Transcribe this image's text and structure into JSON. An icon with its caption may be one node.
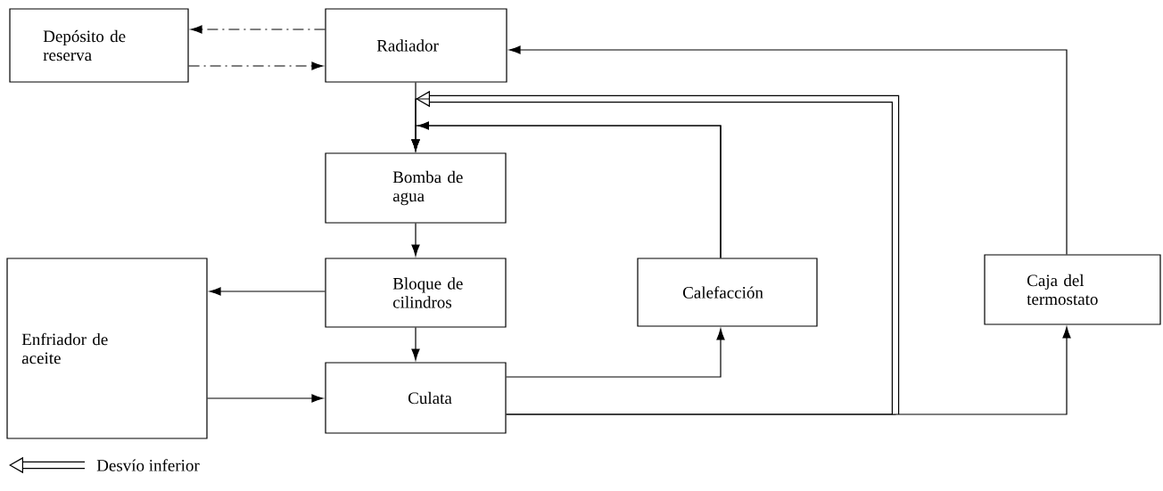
{
  "diagram": {
    "nodes": [
      {
        "text": [
          "Depósito de reserva"
        ]
      },
      {
        "text": [
          "Radiador"
        ]
      },
      {
        "text": [
          "Bomba de agua"
        ]
      },
      {
        "text": [
          "Bloque de cilindros"
        ]
      },
      {
        "text": [
          "Enfriador de aceite"
        ]
      },
      {
        "text": [
          "Culata"
        ]
      },
      {
        "text": [
          "Calefacción"
        ]
      },
      {
        "text": [
          "Caja del termostato"
        ]
      }
    ],
    "edges": [
      {
        "from": 1,
        "to": 0,
        "arrow": "to",
        "style": "dashed"
      },
      {
        "from": 0,
        "to": 1,
        "arrow": "to",
        "style": "dashed"
      },
      {
        "from": 7,
        "to": 1,
        "arrow": "to"
      },
      {
        "from": 1,
        "to": 2,
        "arrow": "to"
      },
      {
        "from": 5,
        "to": 2,
        "arrow": "to"
      },
      {
        "from": 6,
        "to": 2,
        "arrow": "to"
      },
      {
        "from": 2,
        "to": 3,
        "arrow": "to"
      },
      {
        "from": 3,
        "to": 4,
        "arrow": "to"
      },
      {
        "from": 3,
        "to": 5,
        "arrow": "to"
      },
      {
        "from": 4,
        "to": 5,
        "arrow": "to"
      },
      {
        "from": 5,
        "to": 6,
        "arrow": "to"
      },
      {
        "from": 5,
        "to": 7,
        "arrow": "to"
      }
    ],
    "legend": [
      {
        "text": "Desvío inferior"
      }
    ]
  }
}
